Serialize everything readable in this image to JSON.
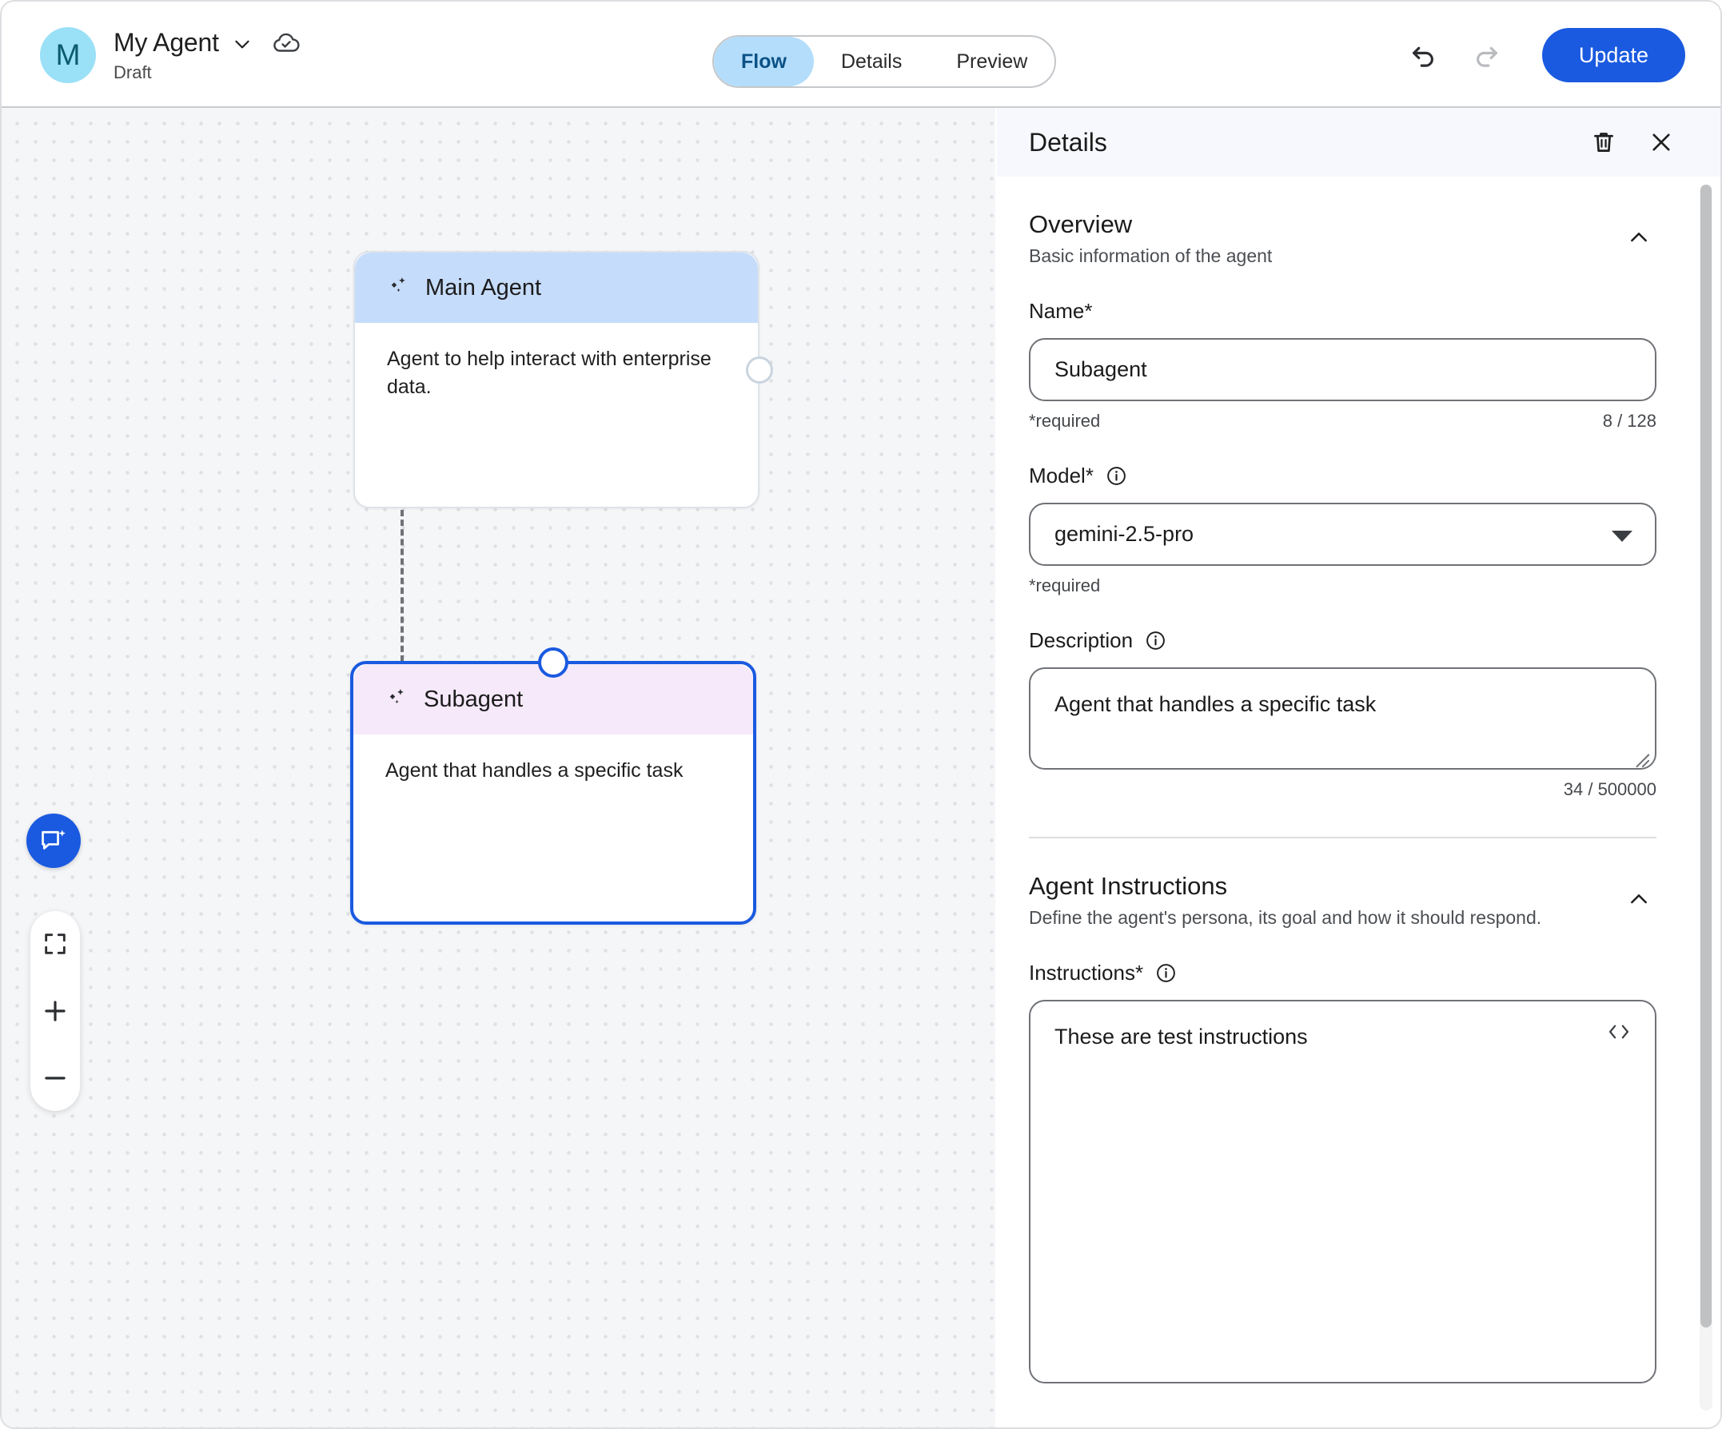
{
  "topbar": {
    "avatar_initial": "M",
    "agent_name": "My Agent",
    "status": "Draft",
    "chevron_icon": "chevron-down-icon",
    "cloud_icon": "cloud-done-icon",
    "tabs": [
      {
        "label": "Flow",
        "active": true
      },
      {
        "label": "Details",
        "active": false
      },
      {
        "label": "Preview",
        "active": false
      }
    ],
    "undo_icon": "undo-icon",
    "redo_icon": "redo-icon",
    "update_label": "Update"
  },
  "canvas": {
    "nodes": [
      {
        "title": "Main Agent",
        "description": "Agent to help interact with enterprise data.",
        "icon": "sparkle-ai-icon",
        "selected": false
      },
      {
        "title": "Subagent",
        "description": "Agent that handles a specific task",
        "icon": "sparkle-ai-icon",
        "selected": true
      }
    ],
    "controls": {
      "assistant_icon": "chat-sparkle-icon",
      "fit_icon": "fit-to-screen-icon",
      "zoom_in_icon": "plus-icon",
      "zoom_out_icon": "minus-icon"
    }
  },
  "panel": {
    "title": "Details",
    "delete_icon": "trash-icon",
    "close_icon": "close-icon",
    "sections": [
      {
        "title": "Overview",
        "subtitle": "Basic information of the agent",
        "collapse_icon": "chevron-up-icon"
      },
      {
        "title": "Agent Instructions",
        "subtitle": "Define the agent's persona, its goal and how it should respond.",
        "collapse_icon": "chevron-up-icon"
      }
    ],
    "name_field": {
      "label": "Name*",
      "value": "Subagent",
      "required_text": "*required",
      "counter": "8 / 128"
    },
    "model_field": {
      "label": "Model*",
      "info_icon": "info-icon",
      "value": "gemini-2.5-pro",
      "required_text": "*required",
      "caret_icon": "dropdown-caret-icon"
    },
    "description_field": {
      "label": "Description",
      "info_icon": "info-icon",
      "value": "Agent that handles a specific task",
      "counter": "34 / 500000"
    },
    "instructions_field": {
      "label": "Instructions*",
      "info_icon": "info-icon",
      "value": "These are test instructions",
      "code_icon": "code-brackets-icon"
    }
  },
  "colors": {
    "accent_blue": "#1a5ae0",
    "tab_active_bg": "#b3ddfb",
    "main_node_header": "#c6dcfb",
    "sub_node_header": "#f5e9fa",
    "avatar_bg": "#9ae0f7"
  }
}
